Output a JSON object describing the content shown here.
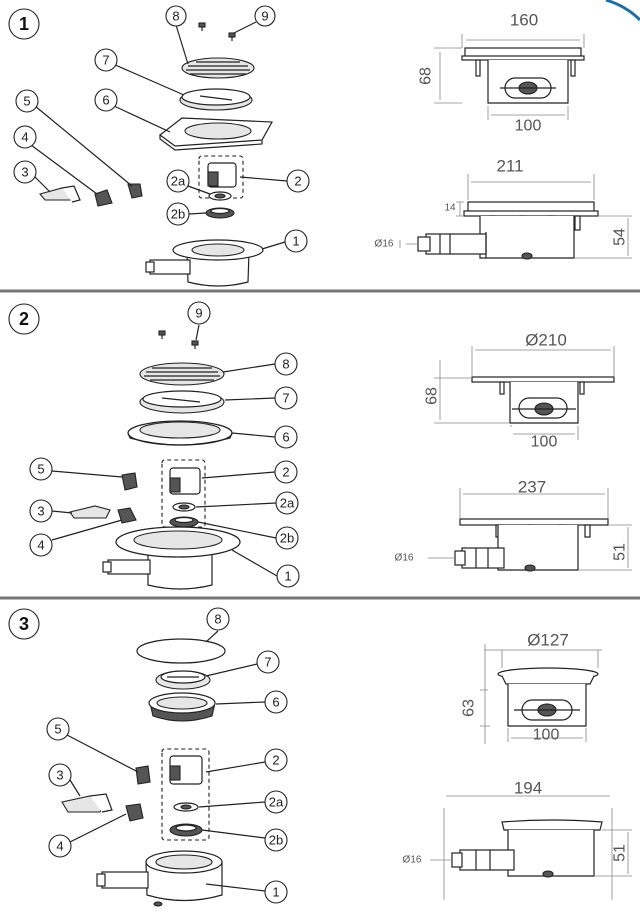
{
  "sections": [
    {
      "number": "1",
      "parts": [
        "8",
        "9",
        "7",
        "6",
        "5",
        "4",
        "3",
        "2a",
        "2",
        "2b",
        "1"
      ],
      "top_view": {
        "width": "160",
        "height": "68",
        "body": "100"
      },
      "side_view": {
        "length": "211",
        "flange": "14",
        "height": "54",
        "pipe": "Ø16"
      }
    },
    {
      "number": "2",
      "parts": [
        "9",
        "8",
        "7",
        "6",
        "5",
        "2",
        "3",
        "2a",
        "4",
        "2b",
        "1"
      ],
      "top_view": {
        "width": "Ø210",
        "height": "68",
        "body": "100"
      },
      "side_view": {
        "length": "237",
        "height": "51",
        "pipe": "Ø16"
      }
    },
    {
      "number": "3",
      "parts": [
        "8",
        "7",
        "6",
        "5",
        "2",
        "3",
        "2a",
        "4",
        "2b",
        "1"
      ],
      "top_view": {
        "width": "Ø127",
        "height": "63",
        "body": "100"
      },
      "side_view": {
        "length": "194",
        "height": "51",
        "pipe": "Ø16"
      }
    }
  ]
}
